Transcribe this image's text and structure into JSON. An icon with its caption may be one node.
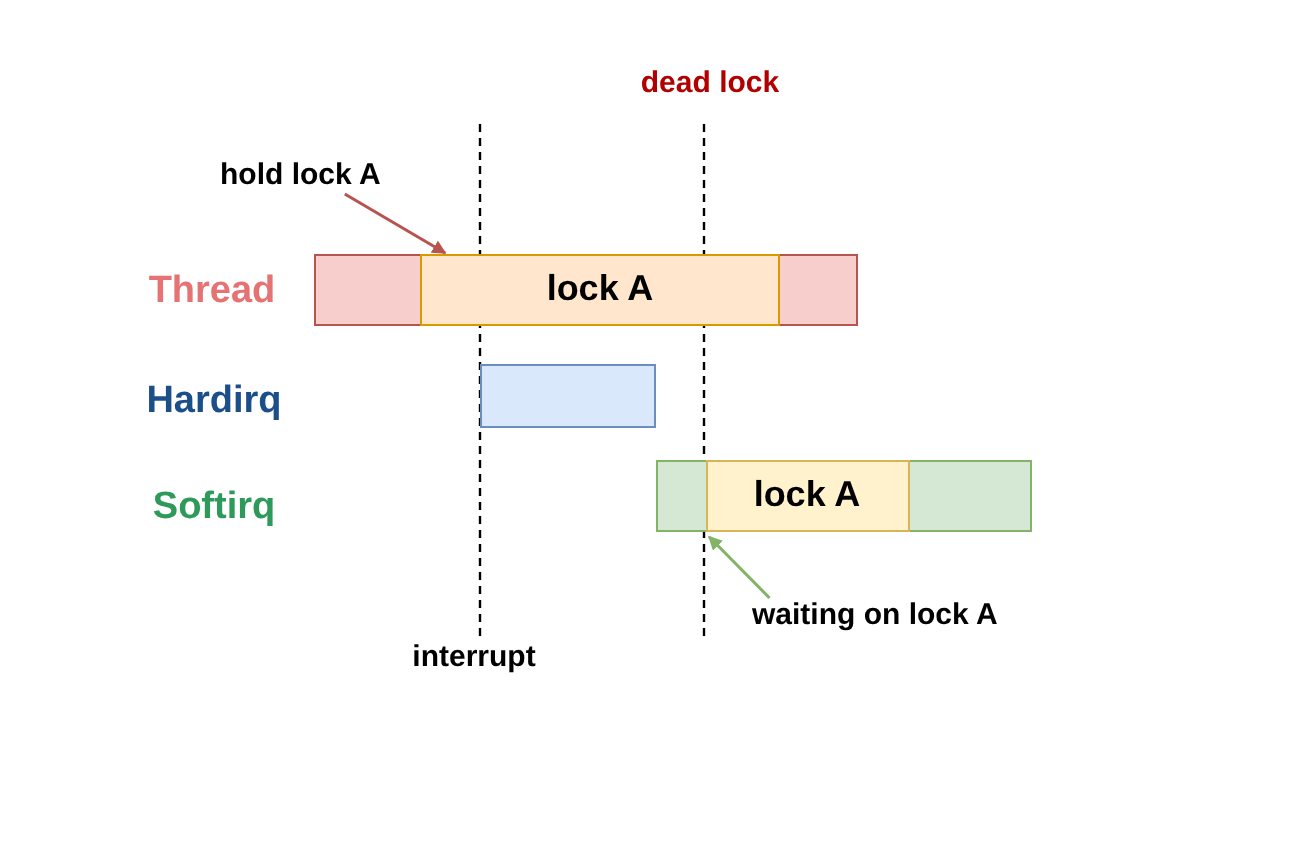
{
  "diagram": {
    "nodes": [
      {
        "text": [
          "hold lock A"
        ]
      },
      {
        "text": [],
        "shape": "bar"
      },
      {
        "text": [
          "lock A"
        ],
        "in": 1
      },
      {
        "text": [],
        "shape": "bar"
      },
      {
        "text": [],
        "shape": "bar"
      },
      {
        "text": [
          "lock A"
        ],
        "in": 4
      },
      {
        "text": [
          "waiting on lock A"
        ]
      }
    ],
    "edges": [
      {
        "from": 0,
        "to": 2,
        "arrow": "to",
        "color": "#b85450"
      },
      {
        "from": 6,
        "to": 5,
        "arrow": "to",
        "color": "#82b366"
      }
    ],
    "labels": [
      "dead lock",
      "Thread",
      "Hardirq",
      "Softirq",
      "interrupt"
    ]
  }
}
